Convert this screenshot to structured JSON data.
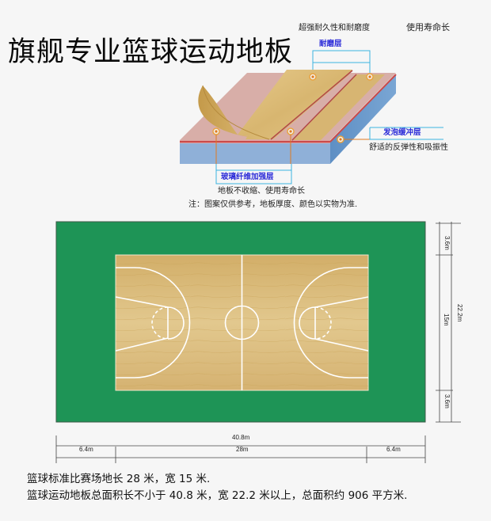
{
  "header": {
    "title": "旗舰专业篮球运动地板"
  },
  "layer_diagram": {
    "top_caption_left": "超强耐久性和耐磨度",
    "top_caption_right": "使用寿命长",
    "layers": [
      {
        "name": "耐磨层",
        "description": ""
      },
      {
        "name": "发泡缓冲层",
        "description": "舒适的反弹性和吸振性"
      },
      {
        "name": "玻璃纤维加强层",
        "description": "地板不收缩、使用寿命长"
      }
    ],
    "footnote": "注：图案仅供参考，地板厚度、颜色以实物为准."
  },
  "court_plan": {
    "colors": {
      "outer": "#1e9456",
      "wood": "#d9b877",
      "lines": "#ffffff"
    },
    "dimensions": {
      "total_width": "40.8m",
      "side_margin_left": "6.4m",
      "court_length": "28m",
      "side_margin_right": "6.4m",
      "total_height": "22.2m",
      "top_margin": "3.6m",
      "court_width": "15m",
      "bottom_margin": "3.6m"
    }
  },
  "notes": {
    "line1": "篮球标准比赛场地长 28 米，宽 15 米.",
    "line2": "篮球运动地板总面积长不小于 40.8 米，宽 22.2 米以上，总面积约 906 平方米."
  }
}
